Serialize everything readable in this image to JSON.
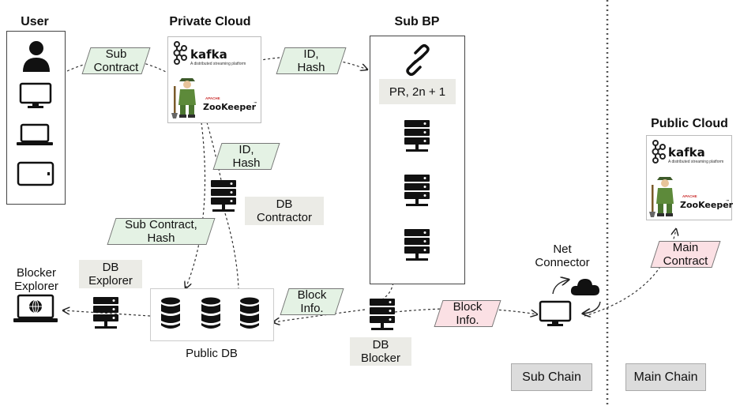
{
  "titles": {
    "user": "User",
    "private_cloud": "Private Cloud",
    "sub_bp": "Sub BP",
    "public_cloud": "Public Cloud"
  },
  "user_devices": [
    "person-icon",
    "monitor-icon",
    "laptop-icon",
    "tablet-icon"
  ],
  "kafka": {
    "name": "kafka",
    "tagline": "A distributed streaming platform"
  },
  "zookeeper": {
    "name": "ZooKeeper",
    "apache": "APACHE",
    "tm": "™"
  },
  "flows": {
    "sub_contract": [
      "Sub",
      "Contract"
    ],
    "id_hash_top": [
      "ID,",
      "Hash"
    ],
    "id_hash_mid": [
      "ID,",
      "Hash"
    ],
    "sub_contract_hash": [
      "Sub Contract,",
      "Hash"
    ],
    "block_info_left": [
      "Block",
      "Info."
    ],
    "block_info_right": [
      "Block",
      "Info."
    ],
    "main_contract": [
      "Main",
      "Contract"
    ]
  },
  "sub_bp": {
    "consensus": "PR, 2n + 1"
  },
  "nodes": {
    "db_contractor": [
      "DB",
      "Contractor"
    ],
    "db_explorer": [
      "DB",
      "Explorer"
    ],
    "db_blocker": [
      "DB",
      "Blocker"
    ],
    "blocker_explorer": [
      "Blocker",
      "Explorer"
    ],
    "public_db": "Public DB",
    "net_connector": [
      "Net",
      "Connector"
    ]
  },
  "chains": {
    "sub": "Sub Chain",
    "main": "Main Chain"
  },
  "colors": {
    "green_flow": "#e4f2e4",
    "pink_flow": "#fbe0e4",
    "label_bg": "#ebebe6",
    "chain_bg": "#dcdcdc"
  }
}
